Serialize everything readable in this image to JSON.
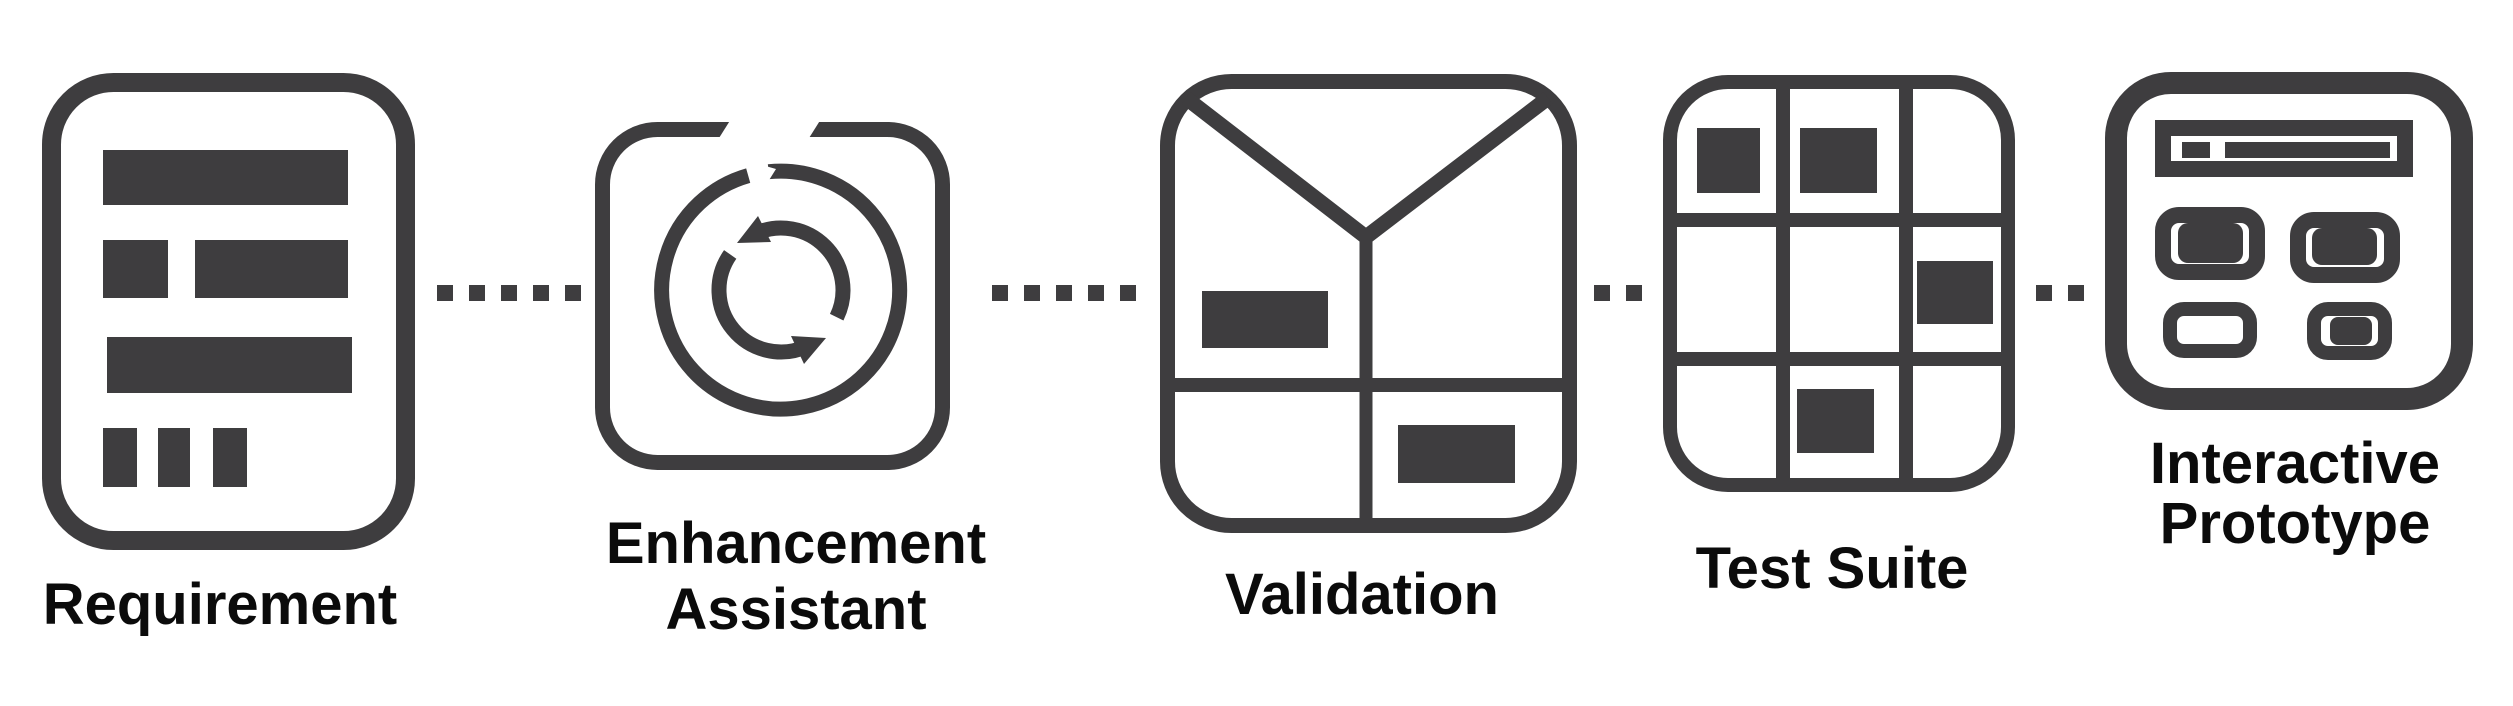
{
  "colors": {
    "icon_ink": "#3e3d3f",
    "label_text": "#0b0b0b",
    "background": "#ffffff"
  },
  "pipeline": {
    "connector_style": "dotted",
    "steps": [
      {
        "label": "Requirement",
        "label_lines": [
          "Requirement"
        ],
        "icon": "requirement-document-icon"
      },
      {
        "label": "Enhancement Assistant",
        "label_lines": [
          "Enhancement",
          "Assistant"
        ],
        "icon": "enhancement-sync-loop-icon"
      },
      {
        "label": "Validation",
        "label_lines": [
          "Validation"
        ],
        "icon": "validation-envelope-icon"
      },
      {
        "label": "Test Suite",
        "label_lines": [
          "Test Suite"
        ],
        "icon": "test-suite-grid-icon"
      },
      {
        "label": "Interactive Prototype",
        "label_lines": [
          "Interactive",
          "Prototype"
        ],
        "icon": "interactive-prototype-window-icon"
      }
    ],
    "connectors": [
      {
        "dots": 5
      },
      {
        "dots": 5
      },
      {
        "dots": 2
      },
      {
        "dots": 2
      }
    ]
  }
}
